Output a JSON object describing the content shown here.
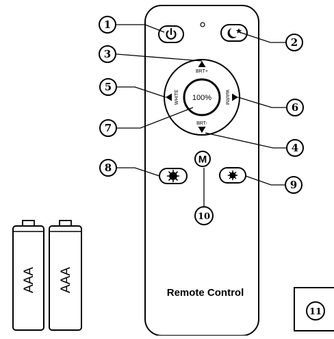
{
  "remote": {
    "title": "Remote Control",
    "display": "100%",
    "brt_up": "BRT+",
    "brt_down": "BRT-",
    "white": "WHITE",
    "warm": "WARM",
    "mode": "M"
  },
  "callouts": [
    "1",
    "2",
    "3",
    "4",
    "5",
    "6",
    "7",
    "8",
    "9",
    "10",
    "11"
  ],
  "batteries": {
    "label": "AAA"
  }
}
